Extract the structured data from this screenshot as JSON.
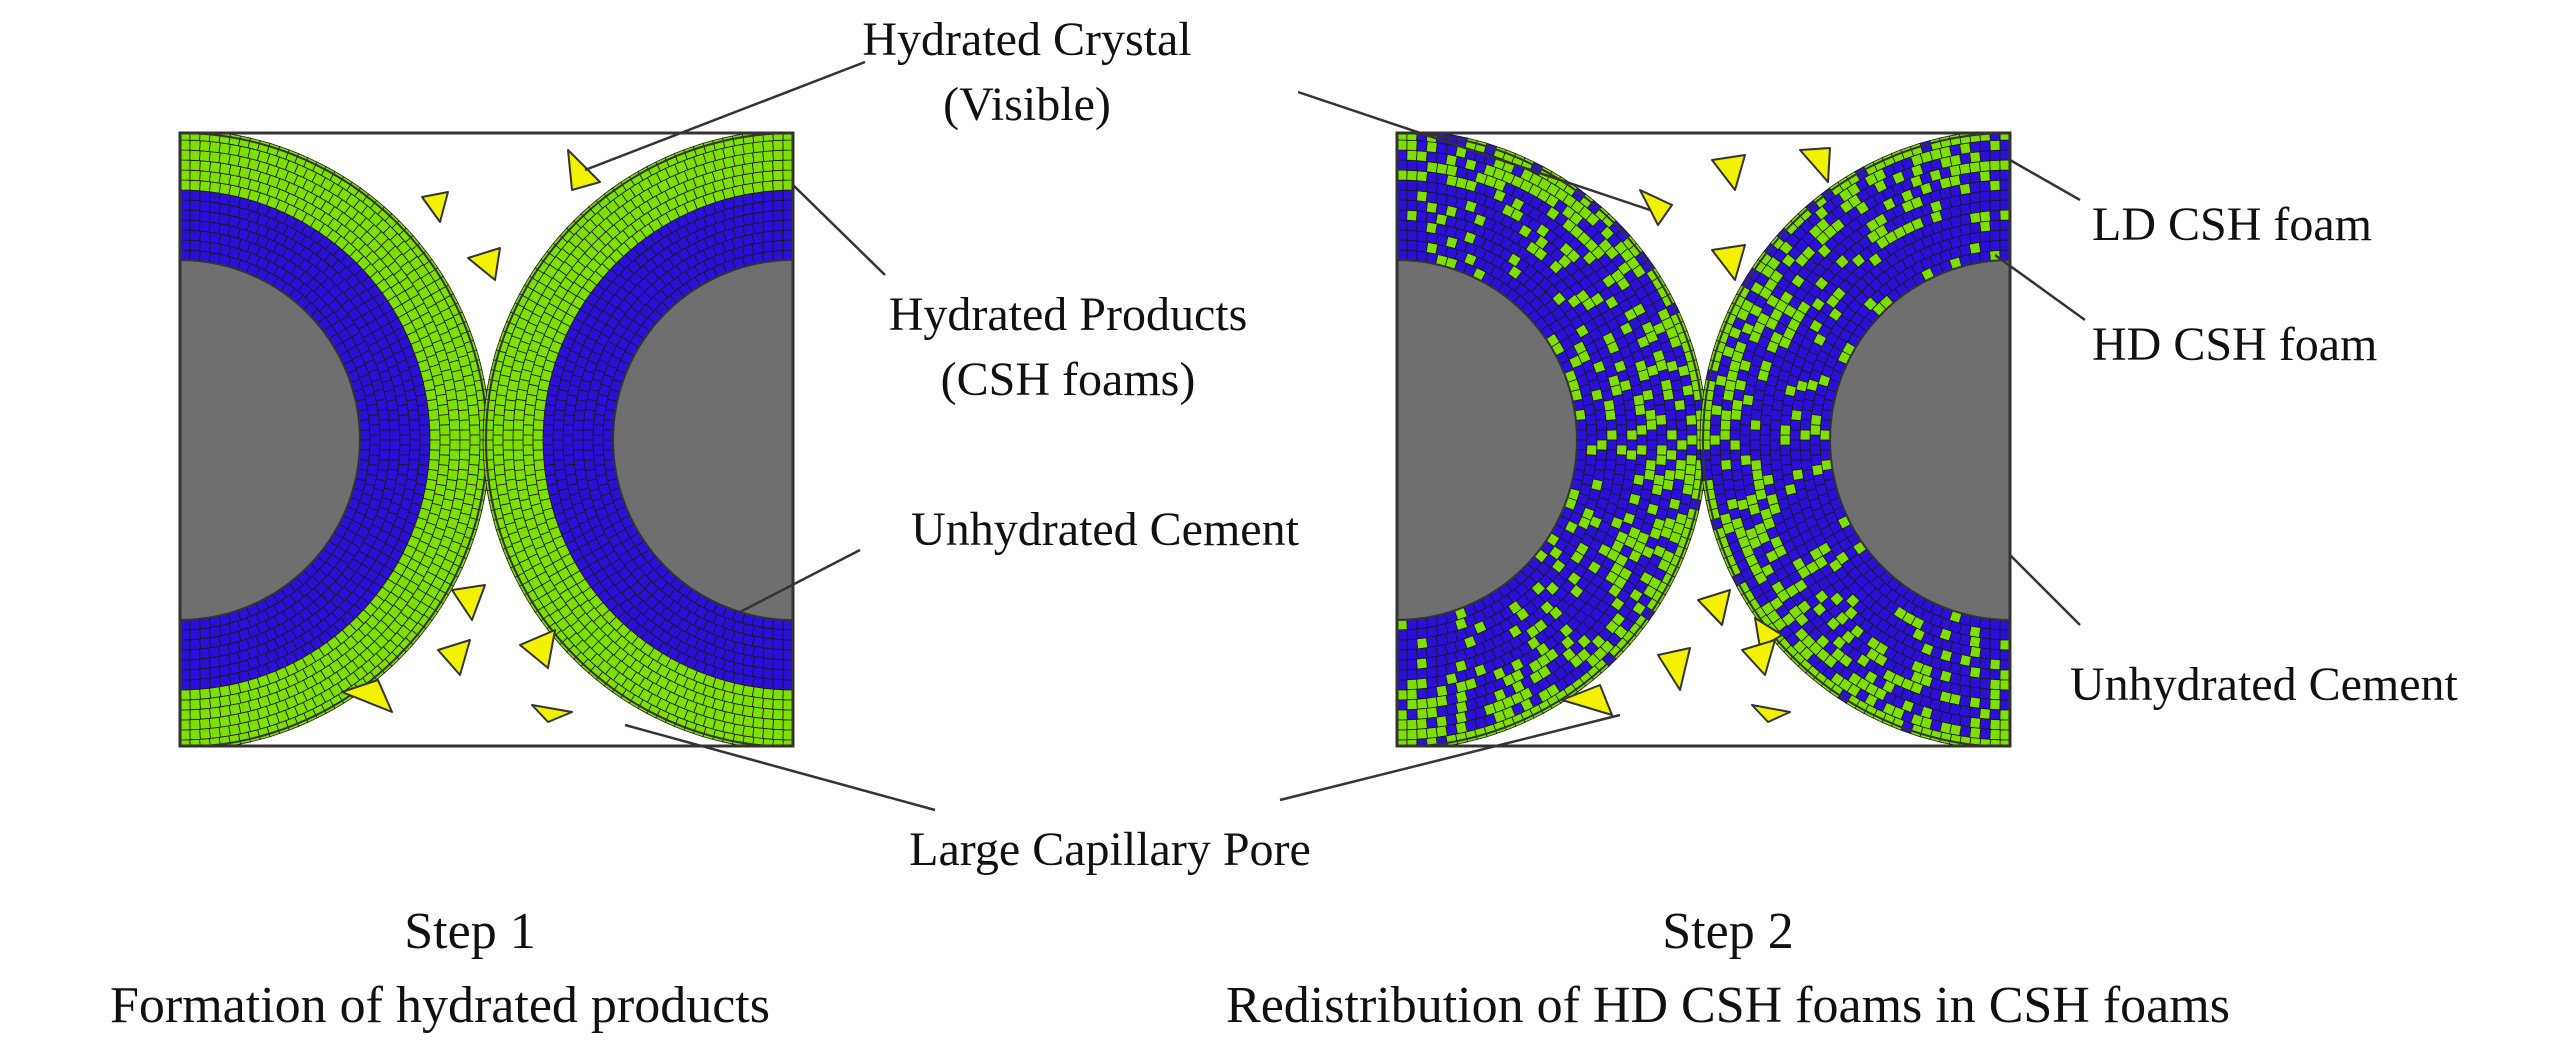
{
  "labels": {
    "hydrated_crystal_line1": "Hydrated Crystal",
    "hydrated_crystal_line2": "(Visible)",
    "hydrated_products_line1": "Hydrated Products",
    "hydrated_products_line2": "(CSH foams)",
    "unhydrated_cement_left": "Unhydrated Cement",
    "large_capillary_pore": "Large Capillary Pore",
    "ld_csh_foam": "LD CSH foam",
    "hd_csh_foam": "HD CSH foam",
    "unhydrated_cement_right": "Unhydrated Cement"
  },
  "captions": {
    "step1_title": "Step 1",
    "step1_subtitle": "Formation of hydrated products",
    "step2_title": "Step 2",
    "step2_subtitle": "Redistribution of HD CSH foams in CSH foams"
  },
  "colors": {
    "ld_csh_green": "#7fe000",
    "hd_csh_blue": "#2a10d8",
    "unhydrated_gray": "#6f6f6f",
    "crystal_yellow": "#f2f200",
    "grid_lines": "#1a1a1a"
  },
  "legend": {
    "green": "LD CSH foam",
    "blue": "HD CSH foam",
    "gray": "Unhydrated Cement",
    "yellow": "Hydrated Crystal"
  }
}
